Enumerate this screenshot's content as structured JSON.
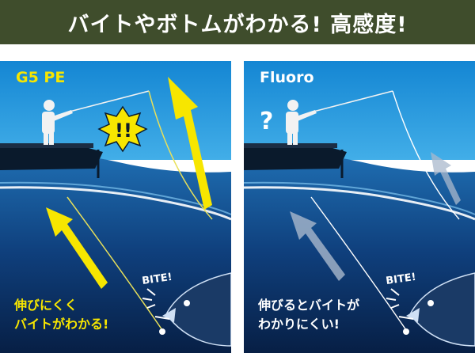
{
  "header": {
    "title": "バイトやボトムがわかる! 高感度!"
  },
  "panels": {
    "left": {
      "label": "G5 PE",
      "exclaim": "!!",
      "bite": "BITE!",
      "caption": [
        "伸びにくく",
        "バイトがわかる!"
      ]
    },
    "right": {
      "label": "Fluoro",
      "question": "?",
      "bite": "BITE!",
      "caption": [
        "伸びるとバイトが",
        "わかりにくい!"
      ]
    }
  },
  "colors": {
    "header_bg": "#3f4d2c",
    "sky": "#1e8fd6",
    "water_deep": "#0b2f60",
    "accent_yellow": "#f7e600",
    "arrow_gray": "#a9b8cc"
  },
  "icons": [
    "angler-figure-icon",
    "boat-icon",
    "fish-icon",
    "burst-icon",
    "arrow-up-icon"
  ]
}
